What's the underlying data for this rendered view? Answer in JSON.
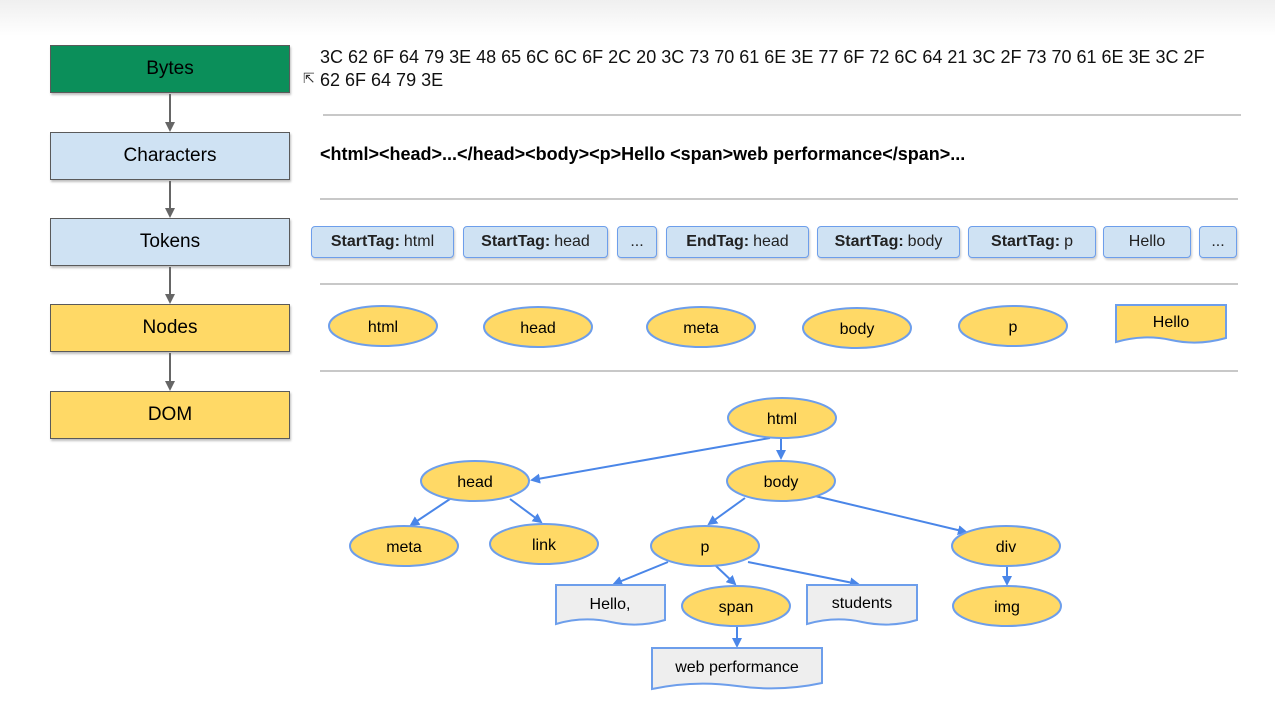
{
  "stages": [
    "Bytes",
    "Characters",
    "Tokens",
    "Nodes",
    "DOM"
  ],
  "bytes_text": "3C 62 6F 64 79 3E 48 65 6C 6C 6F 2C 20 3C 73 70 61 6E 3E 77 6F 72 6C 64 21 3C 2F 73 70 61 6E 3E 3C 2F 62 6F 64 79 3E",
  "characters_text": "<html><head>...</head><body><p>Hello <span>web performance</span>...",
  "tokens": [
    {
      "kind": "StartTag:",
      "name": "html"
    },
    {
      "kind": "StartTag:",
      "name": "head"
    },
    {
      "kind": "",
      "name": "..."
    },
    {
      "kind": "EndTag:",
      "name": "head"
    },
    {
      "kind": "StartTag:",
      "name": "body"
    },
    {
      "kind": "StartTag:",
      "name": "p"
    },
    {
      "kind": "",
      "name": "Hello"
    },
    {
      "kind": "",
      "name": "..."
    }
  ],
  "nodes": [
    "html",
    "head",
    "meta",
    "body",
    "p",
    "Hello"
  ],
  "dom_tree": {
    "element_nodes": [
      "html",
      "head",
      "body",
      "meta",
      "link",
      "p",
      "div",
      "span",
      "img"
    ],
    "text_nodes": [
      "Hello,",
      "students",
      "web performance"
    ],
    "edges": [
      [
        "html",
        "head"
      ],
      [
        "html",
        "body"
      ],
      [
        "head",
        "meta"
      ],
      [
        "head",
        "link"
      ],
      [
        "body",
        "p"
      ],
      [
        "body",
        "div"
      ],
      [
        "p",
        "Hello,"
      ],
      [
        "p",
        "span"
      ],
      [
        "p",
        "students"
      ],
      [
        "span",
        "web performance"
      ],
      [
        "div",
        "img"
      ]
    ]
  },
  "colors": {
    "bytes_stage": "#0b8f5a",
    "text_stage": "#cfe2f3",
    "node_stage": "#ffd966",
    "node_fill": "#ffd966",
    "node_border": "#6d9eeb",
    "text_node_fill": "#eeeeee",
    "arrow": "#4a86e8",
    "stage_arrow": "#666666"
  }
}
